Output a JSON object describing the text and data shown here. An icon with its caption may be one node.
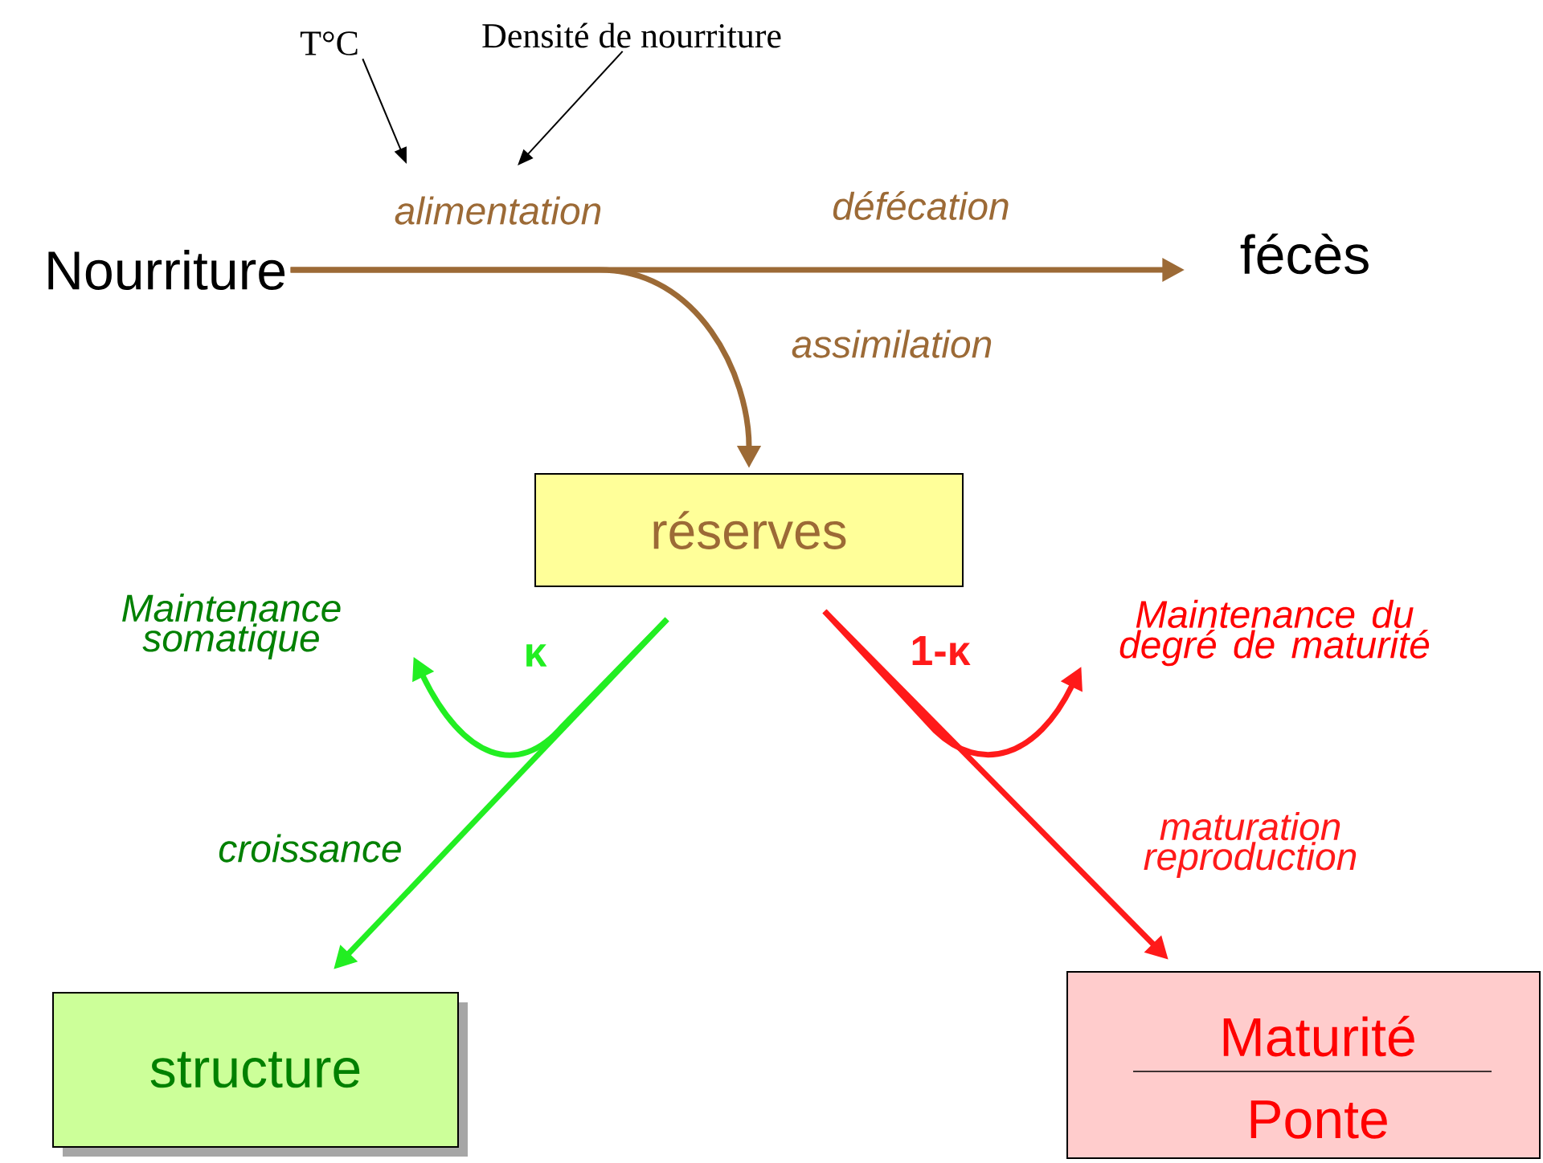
{
  "diagram": {
    "nodes": [
      {
        "text": [
          "Nourriture"
        ]
      },
      {
        "text": [
          "fécès"
        ]
      },
      {
        "text": [
          "réserves"
        ]
      },
      {
        "text": [
          "structure"
        ]
      },
      {
        "text": [
          "Maturité",
          "Ponte"
        ]
      },
      {
        "text": [
          "T°C"
        ]
      },
      {
        "text": [
          "Densité de nourriture"
        ]
      },
      {
        "text": [
          "Maintenance somatique"
        ]
      },
      {
        "text": [
          "Maintenance du degré de maturité"
        ]
      }
    ],
    "edges": [
      {
        "from": 0,
        "to": 1,
        "arrow": "to",
        "label": "défécation",
        "color": "#9c6a36"
      },
      {
        "from": 0,
        "to": 2,
        "arrow": "to",
        "label": "assimilation",
        "color": "#9c6a36"
      },
      {
        "from": 5,
        "to": null,
        "arrow": "to",
        "color": "#000000"
      },
      {
        "from": 6,
        "to": null,
        "arrow": "to",
        "color": "#000000"
      },
      {
        "from": 2,
        "to": 3,
        "arrow": "to",
        "label": "croissance",
        "color": "#22ee22"
      },
      {
        "from": 2,
        "to": 7,
        "arrow": "to",
        "color": "#22ee22"
      },
      {
        "from": 2,
        "to": 4,
        "arrow": "to",
        "label": "maturation reproduction",
        "color": "#ff1a1a"
      },
      {
        "from": 2,
        "to": 8,
        "arrow": "to",
        "color": "#ff1a1a"
      }
    ],
    "labels": [
      "alimentation",
      "κ",
      "1-κ"
    ]
  }
}
